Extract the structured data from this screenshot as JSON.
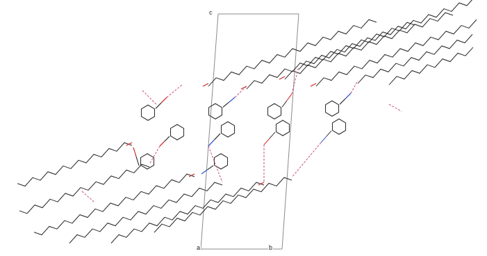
{
  "diagram": {
    "labels": [
      "c",
      "a",
      "b"
    ]
  }
}
